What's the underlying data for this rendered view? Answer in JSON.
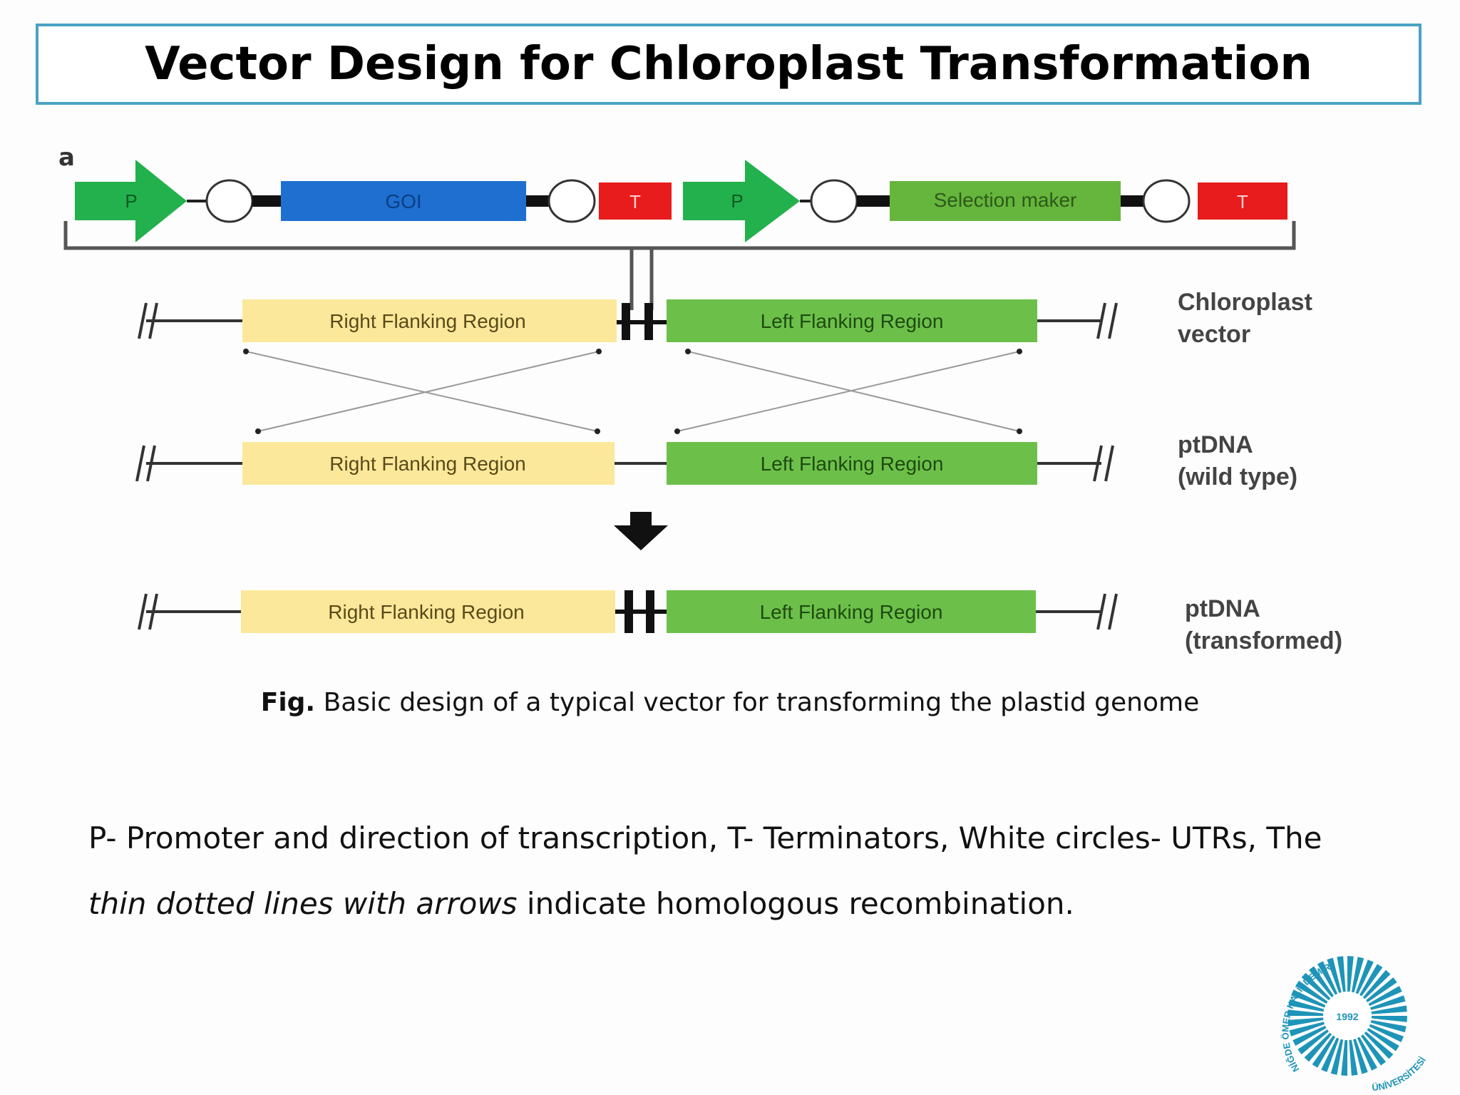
{
  "slide": {
    "title": "Vector Design for Chloroplast Transformation"
  },
  "figure": {
    "panel_label": "a",
    "cassette": {
      "promoter_label": "P",
      "goi_label": "GOI",
      "terminator_label": "T",
      "selection_label": "Selection maker"
    },
    "rows": [
      {
        "right_label": "Right Flanking Region",
        "left_label": "Left Flanking Region",
        "side_label_line1": "Chloroplast",
        "side_label_line2": "vector"
      },
      {
        "right_label": "Right Flanking Region",
        "left_label": "Left Flanking Region",
        "side_label_line1": "ptDNA",
        "side_label_line2": "(wild type)"
      },
      {
        "right_label": "Right Flanking Region",
        "left_label": "Left Flanking Region",
        "side_label_line1": "ptDNA",
        "side_label_line2": "(transformed)"
      }
    ],
    "caption_bold": "Fig.",
    "caption_text": " Basic design of a typical vector for transforming the plastid genome"
  },
  "description": {
    "line1": "P- Promoter and direction of transcription, T- Terminators, White circles- UTRs, The",
    "line2_italic": "thin dotted lines with arrows",
    "line2_rest": " indicate homologous recombination."
  },
  "logo": {
    "year": "1992",
    "text_top": "NİĞDE ÖMER HALİSDEMİR",
    "text_bottom": "ÜNİVERSİTESİ"
  },
  "colors": {
    "title_border": "#4aa3c3",
    "promoter": "#22b14c",
    "goi": "#1e6fd0",
    "terminator": "#e81c1c",
    "selection": "#66b53d",
    "right_flank": "#fbe89a",
    "left_flank": "#6cc04a",
    "logo": "#1e94b8"
  }
}
